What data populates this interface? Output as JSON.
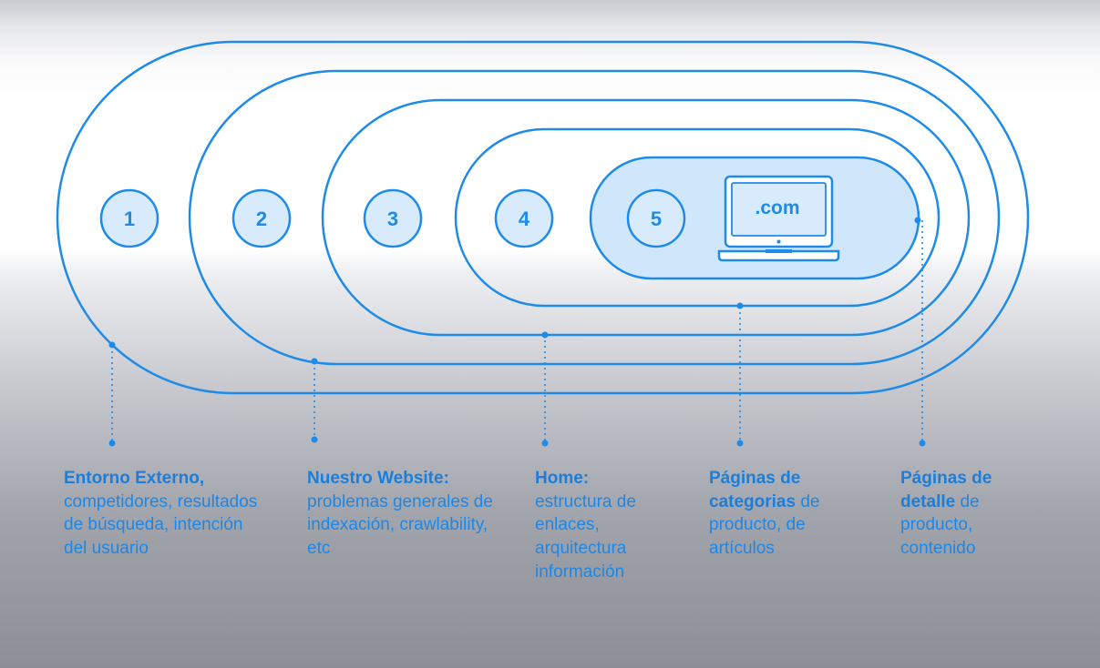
{
  "colors": {
    "accent": "#1f8be8",
    "inner_fill": "#cfe6fb"
  },
  "diagram": {
    "levels": [
      {
        "number": "1"
      },
      {
        "number": "2"
      },
      {
        "number": "3"
      },
      {
        "number": "4"
      },
      {
        "number": "5"
      }
    ],
    "laptop_label": ".com",
    "laptop_icon": "laptop-icon"
  },
  "captions": [
    {
      "bold": "Entorno Externo,",
      "bold_after": "",
      "rest": "competidores, resultados de búsqueda, intención del usuario"
    },
    {
      "bold": "Nuestro Website:",
      "bold_after": "",
      "rest": "problemas generales de indexación, crawlability, etc"
    },
    {
      "bold": "Home:",
      "bold_after": "",
      "rest": "estructura de enlaces, arquitectura información"
    },
    {
      "pre": "Páginas de",
      "bold": "categorias",
      "rest": " de producto, de artículos"
    },
    {
      "pre": "Páginas de",
      "bold": "detalle",
      "rest": " de producto, contenido"
    }
  ]
}
